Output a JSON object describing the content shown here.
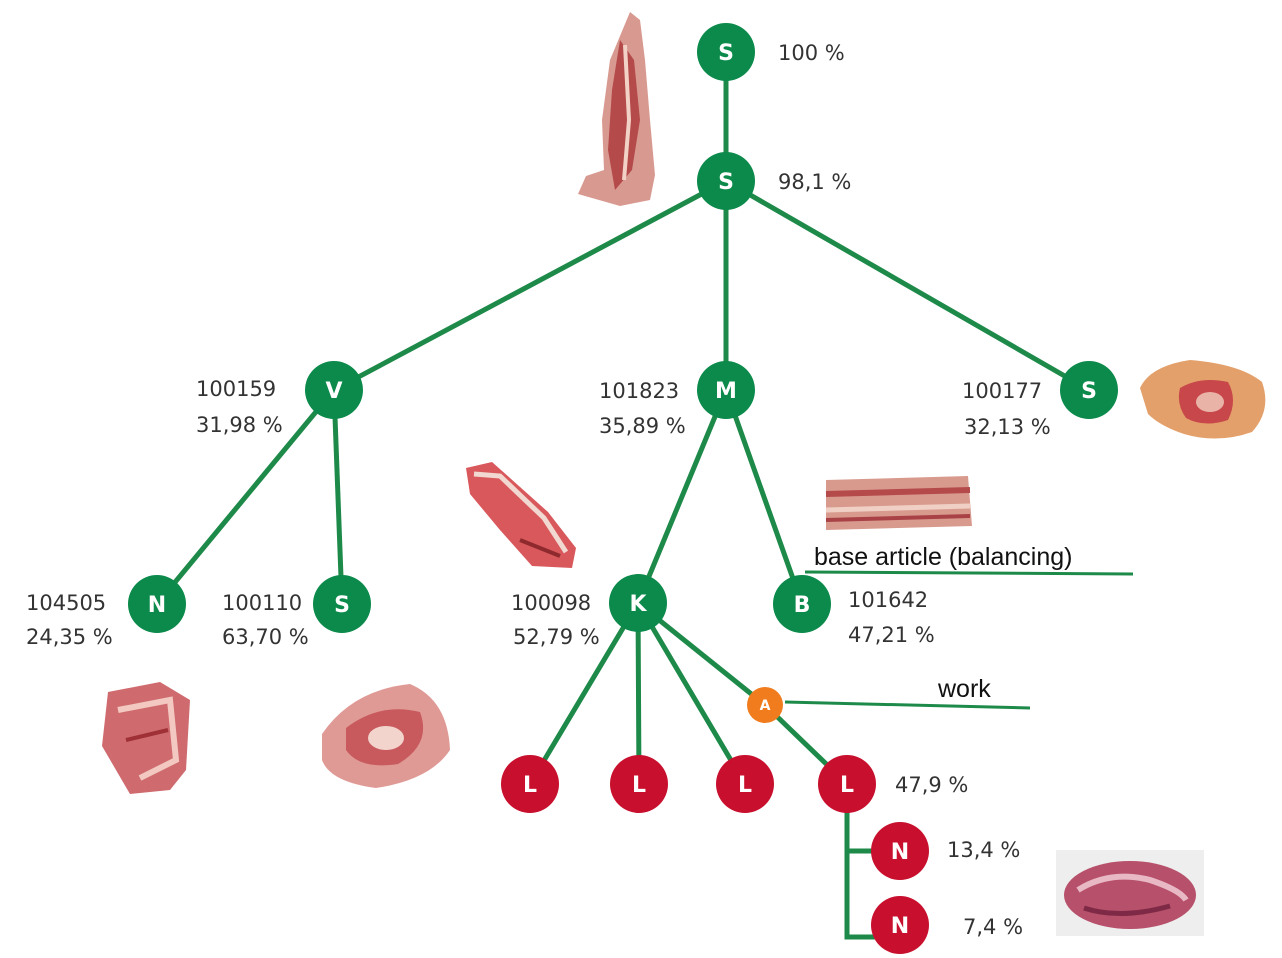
{
  "colors": {
    "green": "#0b8a4b",
    "red": "#c8102e",
    "orange": "#f07c1e",
    "edge": "#1e8a4a",
    "text": "#333333"
  },
  "nodes": {
    "root": {
      "letter": "S",
      "pct": "100 %"
    },
    "s2": {
      "letter": "S",
      "pct": "98,1 %"
    },
    "v": {
      "letter": "V",
      "code": "100159",
      "pct": "31,98 %"
    },
    "m": {
      "letter": "M",
      "code": "101823",
      "pct": "35,89 %"
    },
    "s3": {
      "letter": "S",
      "code": "100177",
      "pct": "32,13 %"
    },
    "n1": {
      "letter": "N",
      "code": "104505",
      "pct": "24,35 %"
    },
    "s4": {
      "letter": "S",
      "code": "100110",
      "pct": "63,70 %"
    },
    "k": {
      "letter": "K",
      "code": "100098",
      "pct": "52,79 %"
    },
    "b": {
      "letter": "B",
      "code": "101642",
      "pct": "47,21 %"
    },
    "a": {
      "letter": "A"
    },
    "l1": {
      "letter": "L"
    },
    "l2": {
      "letter": "L"
    },
    "l3": {
      "letter": "L"
    },
    "l4": {
      "letter": "L",
      "pct": "47,9 %"
    },
    "n2": {
      "letter": "N",
      "pct": "13,4 %"
    },
    "n3": {
      "letter": "N",
      "pct": "7,4 %"
    }
  },
  "annotations": {
    "base_article": "base article (balancing)",
    "work": "work"
  },
  "images": [
    "pork-half-carcass-image",
    "ham-leg-image",
    "loin-rib-image",
    "belly-image",
    "neck-cut-image",
    "shoulder-cut-image",
    "trimmings-image"
  ]
}
